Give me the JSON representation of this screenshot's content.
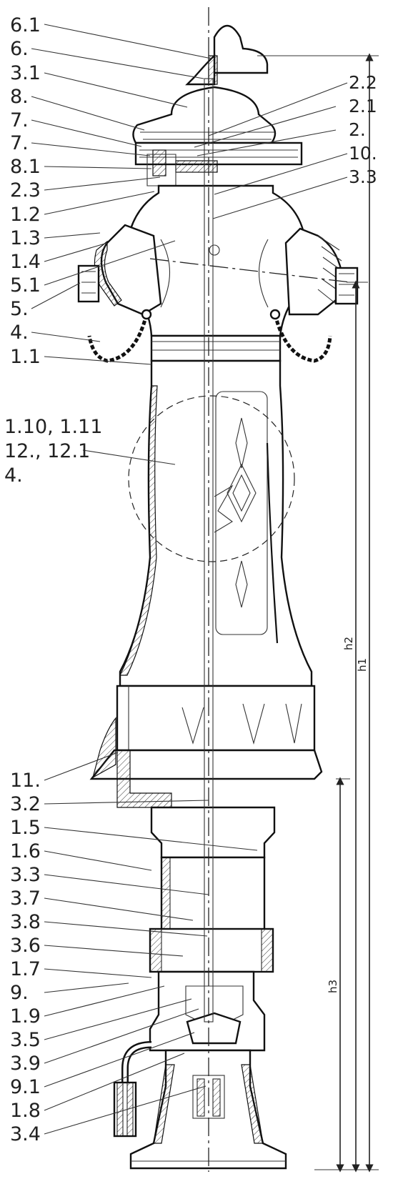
{
  "diagram": {
    "labels_left": [
      "6.1",
      "6.",
      "3.1",
      "8.",
      "7.",
      "7.",
      "8.1",
      "2.3",
      "1.2",
      "1.3",
      "1.4",
      "5.1",
      "5.",
      "4.",
      "1.1",
      "1.10, 1.11",
      "12., 12.1",
      "4.",
      "11.",
      "3.2",
      "1.5",
      "1.6",
      "3.3",
      "3.7",
      "3.8",
      "3.6",
      "1.7",
      "9.",
      "1.9",
      "3.5",
      "3.9",
      "9.1",
      "1.8",
      "3.4"
    ],
    "labels_right": [
      "2.2",
      "2.1",
      "2.",
      "10.",
      "3.3"
    ],
    "dimensions": [
      "h1",
      "h2",
      "h3"
    ]
  }
}
